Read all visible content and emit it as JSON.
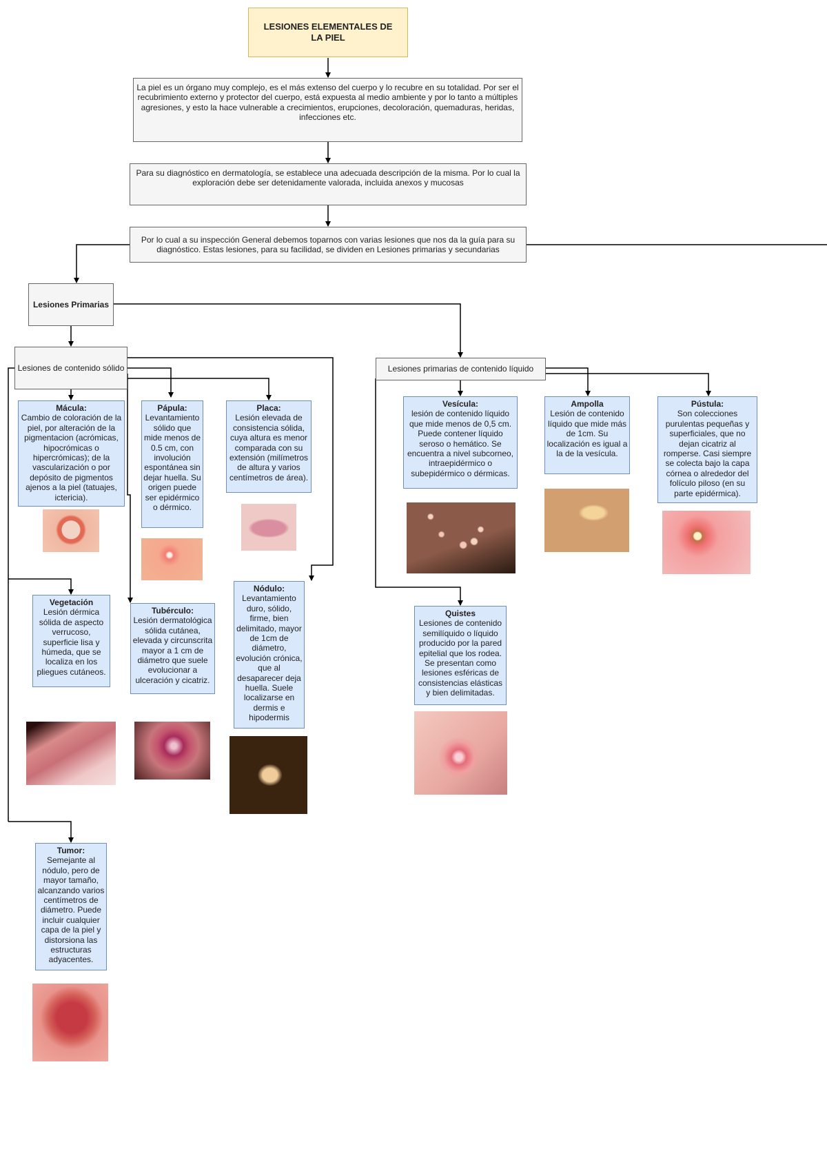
{
  "title": "LESIONES ELEMENTALES DE LA PIEL",
  "intro": "La piel es un órgano muy complejo, es el más extenso del cuerpo y lo recubre en su totalidad. Por ser el recubrimiento externo y protector del cuerpo, está expuesta al medio ambiente y por lo tanto a múltiples agresiones, y esto la hace vulnerable a crecimientos, erupciones, decoloración, quemaduras, heridas, infecciones etc.",
  "diagnosis": "Para su diagnóstico en dermatología, se establece una adecuada descripción de la misma. Por lo cual la exploración debe ser detenidamente valorada, incluida anexos y mucosas",
  "inspection": "Por lo cual a su inspección General debemos toparnos con varias lesiones que nos da la guía para su diagnóstico. Estas lesiones, para su facilidad, se dividen en Lesiones primarias y secundarias",
  "primary": "Lesiones Primarias",
  "solid": "Lesiones de contenido sólido",
  "liquid": "Lesiones primarias de contenido líquido",
  "macula": {
    "name": "Mácula:",
    "desc": "Cambio de coloración de la piel, por alteración de la pigmentacion (acrómicas, hipocrómicas o hipercrómicas); de la vascularización o por depósito de pigmentos ajenos a la piel (tatuajes, ictericia)."
  },
  "papula": {
    "name": "Pápula:",
    "desc": "Levantamiento sólido que mide menos de 0.5 cm, con involución espontánea sin dejar huella. Su origen puede ser epidérmico o dérmico."
  },
  "placa": {
    "name": "Placa:",
    "desc": "Lesión elevada de consistencia sólida, cuya altura es menor comparada con su extensión (milímetros de altura y varios centímetros de área)."
  },
  "vegetacion": {
    "name": "Vegetación",
    "desc": "Lesión dérmica sólida de aspecto verrucoso, superficie lisa y húmeda, que se localiza en los pliegues cutáneos."
  },
  "tuberculo": {
    "name": "Tubérculo:",
    "desc": "Lesión dermatológica sólida cutánea, elevada y circunscrita mayor a 1 cm de diámetro que suele evolucionar a ulceración y cicatriz."
  },
  "nodulo": {
    "name": "Nódulo:",
    "desc": "Levantamiento duro, sólido, firme, bien delimitado, mayor de 1cm de diámetro, evolución crónica, que al desaparecer deja huella. Suele localizarse en dermis e hipodermis"
  },
  "tumor": {
    "name": "Tumor:",
    "desc": "Semejante al nódulo, pero de mayor tamaño, alcanzando varios centímetros de diámetro. Puede incluir cualquier capa de la piel y distorsiona las estructuras adyacentes."
  },
  "vesicula": {
    "name": "Vesícula:",
    "desc": "lesión de contenido líquido que mide menos de 0,5 cm. Puede contener líquido seroso o hemático. Se encuentra a nivel subcorneo, intraepidérmico o subepidérmico o dérmicas."
  },
  "ampolla": {
    "name": "Ampolla",
    "desc": "Lesión de contenido líquido que mide más de 1cm. Su localización es igual a la de la vesícula."
  },
  "pustula": {
    "name": "Pústula:",
    "desc": "Son colecciones purulentas pequeñas y superficiales, que no dejan cicatriz al romperse. Casi siempre se colecta bajo la capa córnea o alrededor del folículo piloso (en su parte epidérmica)."
  },
  "quistes": {
    "name": "Quistes",
    "desc": "Lesiones de contenido semilíquido o líquido producido por la pared epitelial que los rodea. Se presentan como lesiones esféricas de consistencias elásticas y bien delimitadas."
  }
}
